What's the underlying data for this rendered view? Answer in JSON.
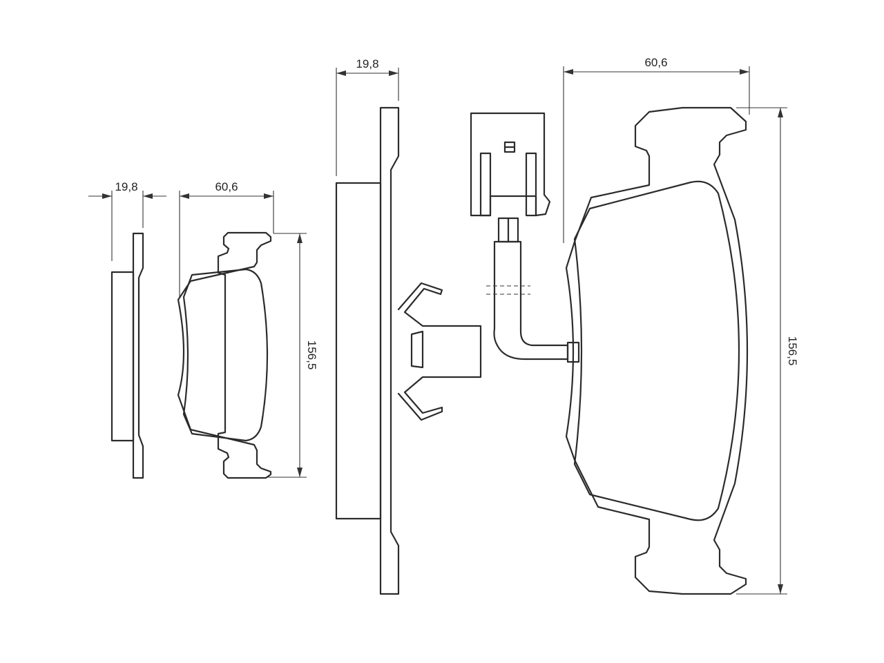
{
  "dimensions": {
    "small_pad": {
      "thickness": "19,8",
      "width": "60,6",
      "height": "156,5"
    },
    "large_pad": {
      "thickness": "19,8",
      "width": "60,6",
      "height": "156,5"
    }
  }
}
